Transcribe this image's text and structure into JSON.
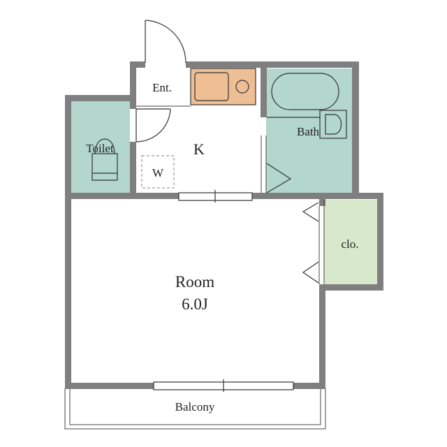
{
  "plan": {
    "labels": {
      "entrance": "Ent.",
      "kitchen": "K",
      "washer": "W",
      "toilet": "Toilet",
      "bath": "Bath",
      "closet": "clo.",
      "room_name": "Room",
      "room_size": "6.0J",
      "balcony": "Balcony"
    },
    "colors": {
      "wall": "#7f7f7f",
      "wet_area": "#b3d6cd",
      "closet": "#d7e8cc",
      "kitchen_counter": "#eebf95",
      "floor": "#ffffff",
      "line": "#333333"
    }
  }
}
